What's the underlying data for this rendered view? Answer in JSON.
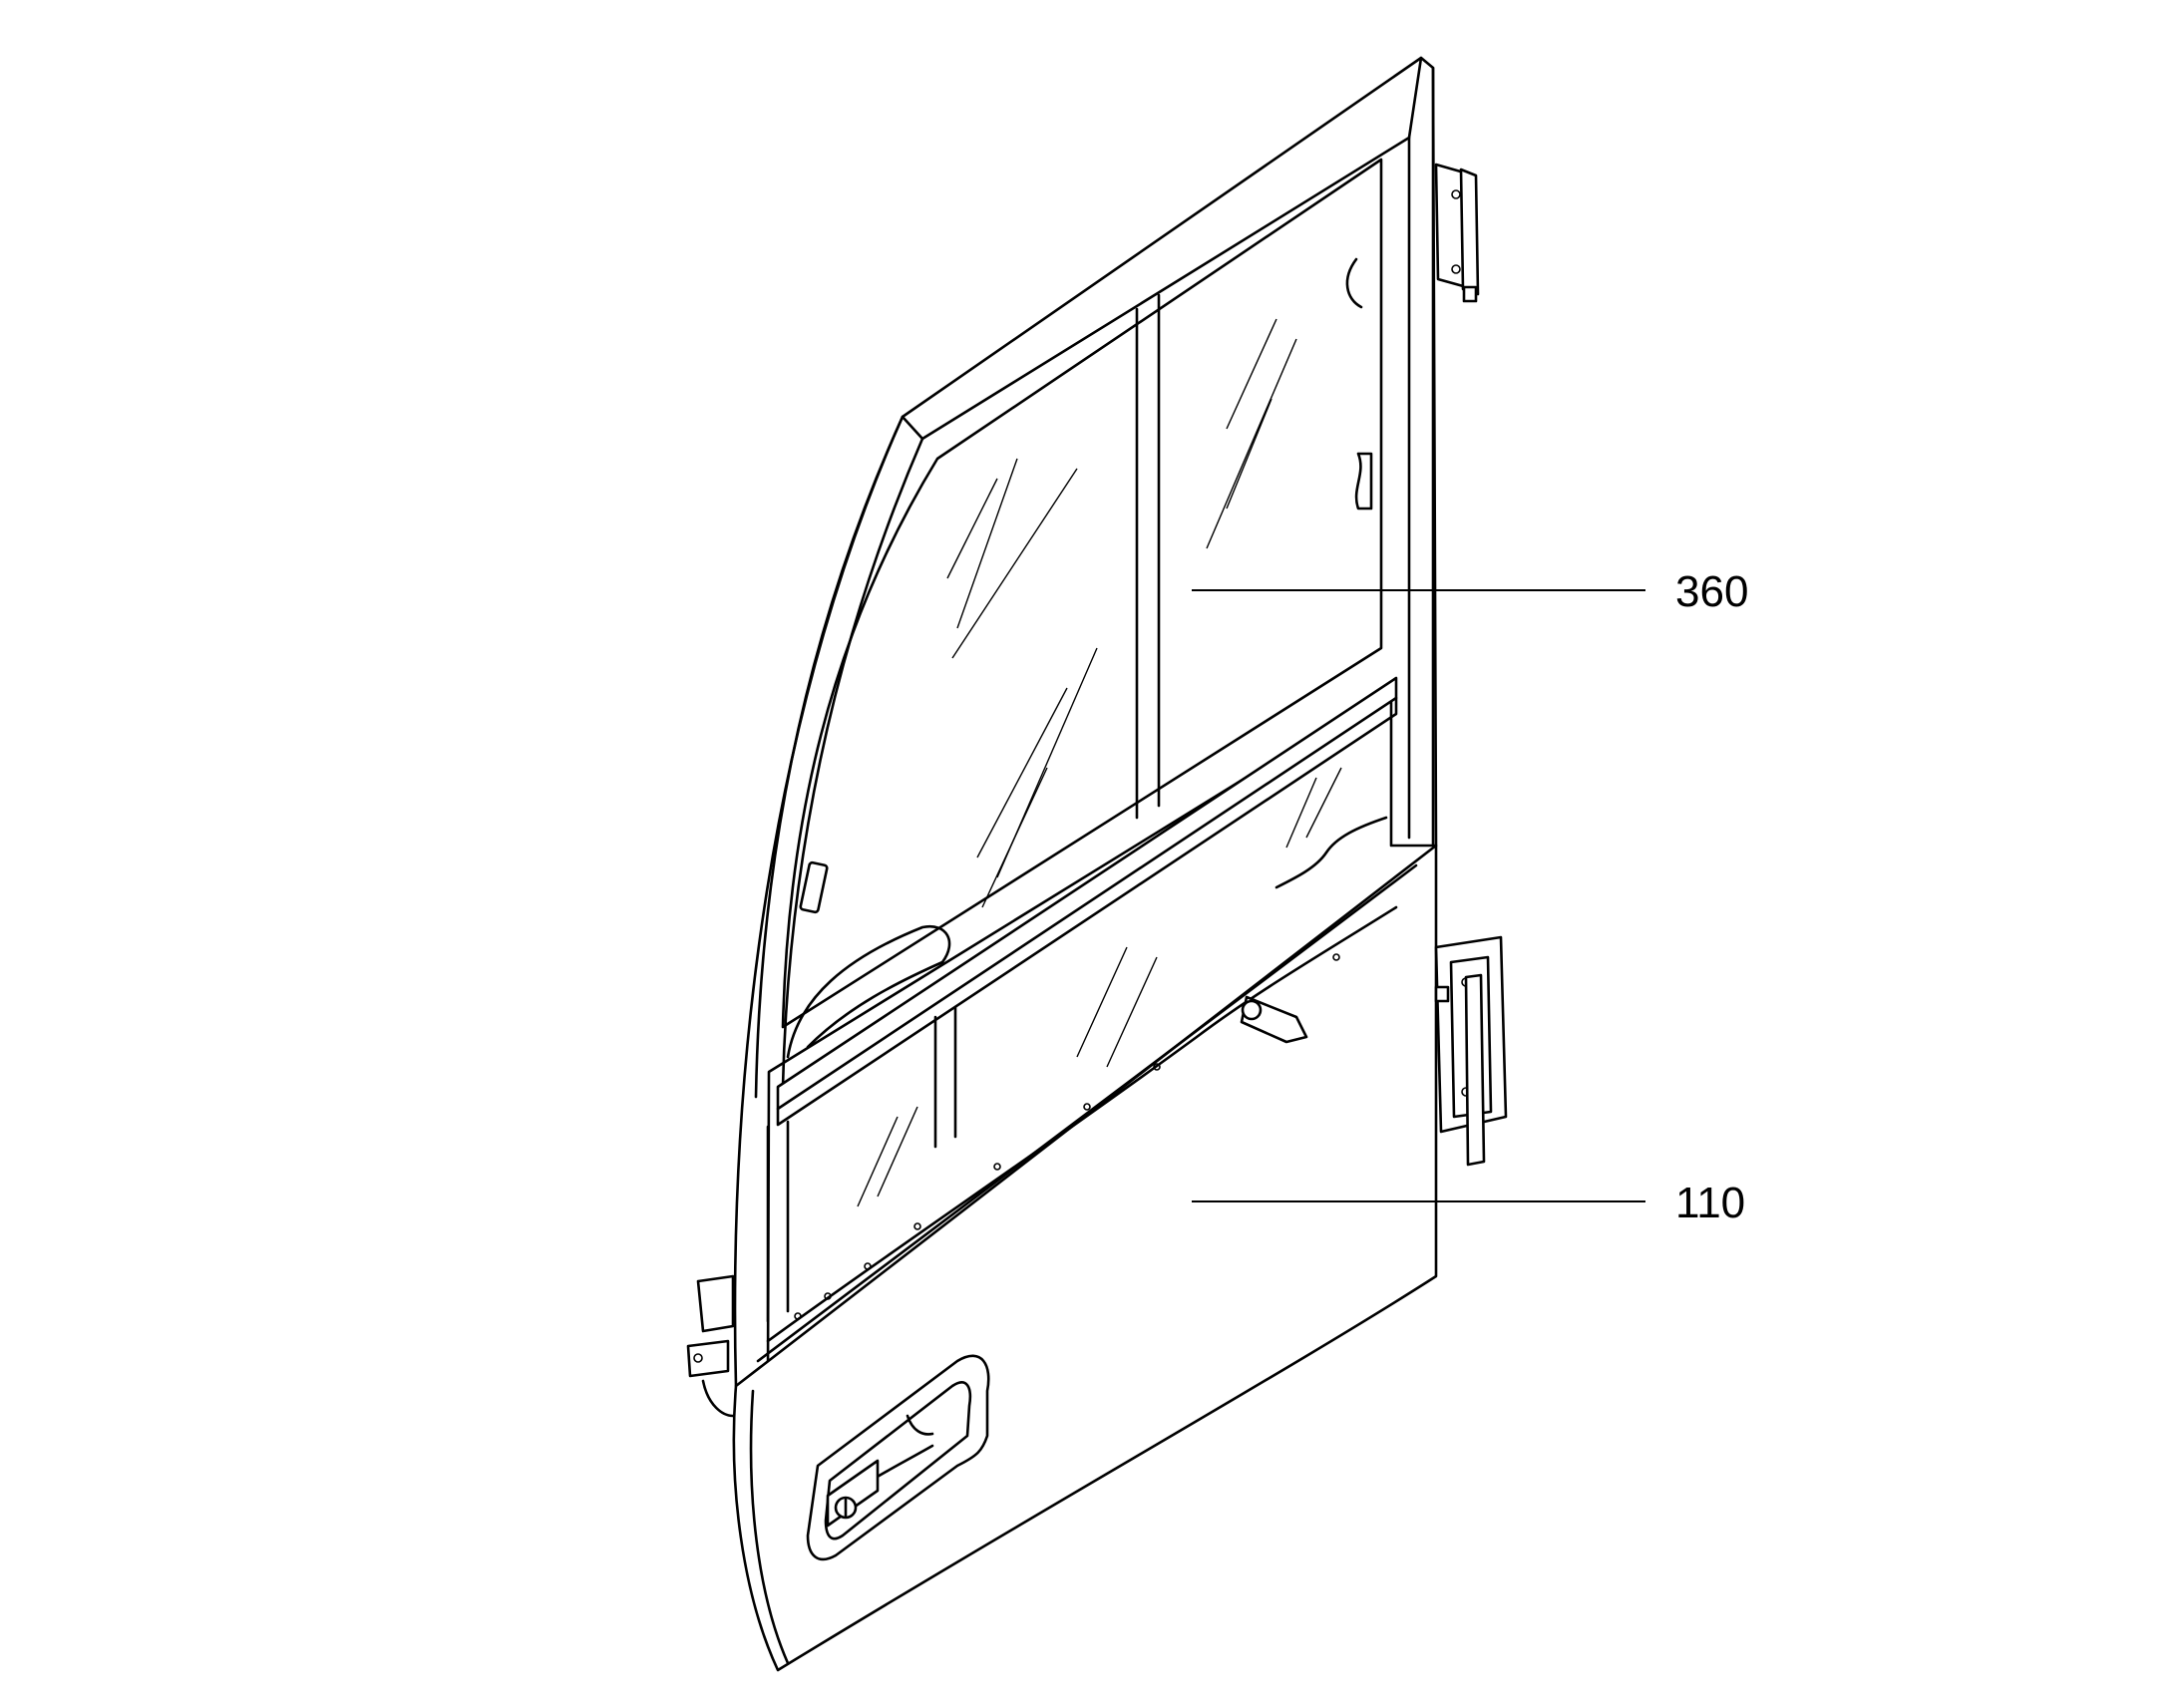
{
  "callouts": [
    {
      "id": "glass-window",
      "label": "360"
    },
    {
      "id": "door-panel",
      "label": "110"
    }
  ],
  "colors": {
    "line": "#000000",
    "background": "#ffffff"
  }
}
